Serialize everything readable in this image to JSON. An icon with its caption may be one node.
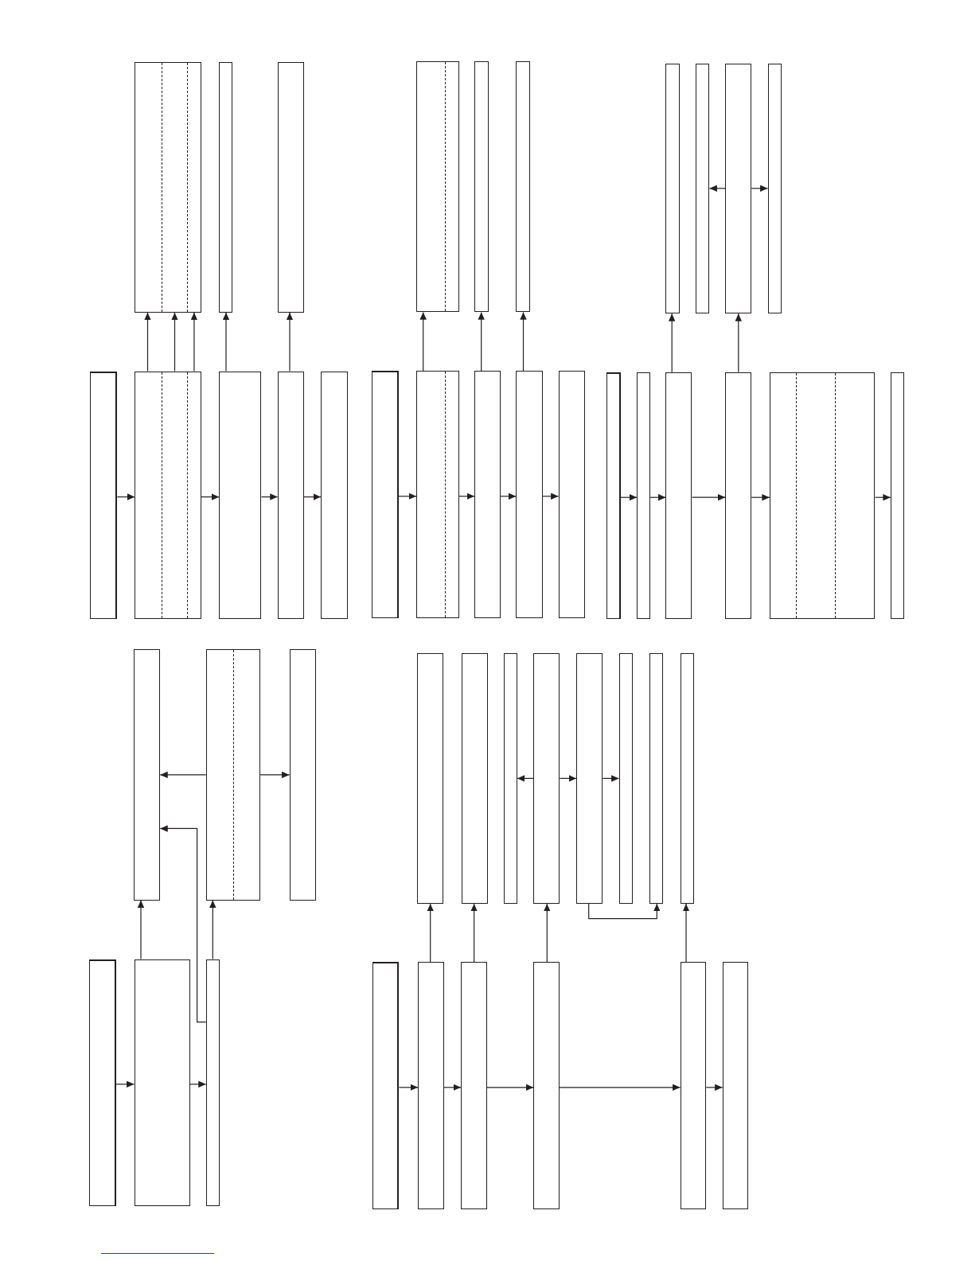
{
  "diagram": {
    "nodes": [
      {
        "text": [],
        "shape": "box"
      },
      {
        "text": [],
        "shape": "box"
      },
      {
        "text": [],
        "shape": "box"
      },
      {
        "text": [],
        "shape": "box"
      },
      {
        "text": [],
        "shape": "box"
      },
      {
        "text": [],
        "shape": "box"
      },
      {
        "text": [],
        "shape": "box"
      },
      {
        "text": [],
        "shape": "box"
      },
      {
        "text": [],
        "shape": "box"
      },
      {
        "text": [],
        "shape": "box"
      },
      {
        "text": [],
        "shape": "box"
      },
      {
        "text": [],
        "shape": "box"
      },
      {
        "text": [],
        "shape": "box"
      },
      {
        "text": [],
        "shape": "box"
      },
      {
        "text": [],
        "shape": "box"
      },
      {
        "text": [],
        "shape": "box"
      },
      {
        "text": [],
        "shape": "box"
      },
      {
        "text": [],
        "shape": "box"
      },
      {
        "text": [],
        "shape": "box"
      },
      {
        "text": [],
        "shape": "box"
      },
      {
        "text": [],
        "shape": "box"
      },
      {
        "text": [],
        "shape": "box"
      },
      {
        "text": [],
        "shape": "box"
      },
      {
        "text": [],
        "shape": "box"
      },
      {
        "text": [],
        "shape": "box"
      },
      {
        "text": [],
        "shape": "box"
      },
      {
        "text": [],
        "shape": "box"
      },
      {
        "text": [],
        "shape": "box"
      },
      {
        "text": [],
        "shape": "box"
      },
      {
        "text": [],
        "shape": "box"
      },
      {
        "text": [],
        "shape": "box"
      },
      {
        "text": [],
        "shape": "box"
      },
      {
        "text": [],
        "shape": "box"
      },
      {
        "text": [],
        "shape": "box"
      },
      {
        "text": [],
        "shape": "box"
      },
      {
        "text": [],
        "shape": "box"
      },
      {
        "text": [],
        "shape": "box"
      },
      {
        "text": [],
        "shape": "box"
      },
      {
        "text": [],
        "shape": "box"
      },
      {
        "text": [],
        "shape": "box"
      },
      {
        "text": [],
        "shape": "box"
      },
      {
        "text": [],
        "shape": "box"
      },
      {
        "text": [],
        "shape": "box"
      },
      {
        "text": [],
        "shape": "box"
      },
      {
        "text": [],
        "shape": "box"
      },
      {
        "text": [],
        "shape": "box"
      }
    ],
    "edges": [
      {
        "from": 0,
        "to": 1,
        "arrow": "to"
      },
      {
        "from": 1,
        "to": 2,
        "arrow": "to"
      },
      {
        "from": 2,
        "to": 3,
        "arrow": "to"
      },
      {
        "from": 3,
        "to": 4,
        "arrow": "to"
      },
      {
        "from": 1,
        "to": 5,
        "arrow": "to"
      },
      {
        "from": 1,
        "to": 5,
        "arrow": "to"
      },
      {
        "from": 1,
        "to": 5,
        "arrow": "to"
      },
      {
        "from": 2,
        "to": 6,
        "arrow": "to"
      },
      {
        "from": 3,
        "to": 7,
        "arrow": "to"
      },
      {
        "from": 8,
        "to": 9,
        "arrow": "to"
      },
      {
        "from": 9,
        "to": 10,
        "arrow": "to"
      },
      {
        "from": 10,
        "to": 11,
        "arrow": "to"
      },
      {
        "from": 11,
        "to": 12,
        "arrow": "to"
      },
      {
        "from": 9,
        "to": 13,
        "arrow": "to"
      },
      {
        "from": 10,
        "to": 14,
        "arrow": "to"
      },
      {
        "from": 11,
        "to": 15,
        "arrow": "to"
      },
      {
        "from": 16,
        "to": 17,
        "arrow": "to"
      },
      {
        "from": 17,
        "to": 18,
        "arrow": "to"
      },
      {
        "from": 18,
        "to": 19,
        "arrow": "to"
      },
      {
        "from": 19,
        "to": 20,
        "arrow": "to"
      },
      {
        "from": 20,
        "to": 21,
        "arrow": "to"
      },
      {
        "from": 18,
        "to": 22,
        "arrow": "to"
      },
      {
        "from": 19,
        "to": 24,
        "arrow": "to"
      },
      {
        "from": 24,
        "to": 23,
        "arrow": "to"
      },
      {
        "from": 24,
        "to": 25,
        "arrow": "to"
      },
      {
        "from": 26,
        "to": 27,
        "arrow": "to"
      },
      {
        "from": 27,
        "to": 28,
        "arrow": "to"
      },
      {
        "from": 27,
        "to": 29,
        "arrow": "to"
      },
      {
        "from": 28,
        "to": 30,
        "arrow": "to"
      },
      {
        "from": 28,
        "to": 29,
        "arrow": "to"
      },
      {
        "from": 30,
        "to": 29,
        "arrow": "to"
      },
      {
        "from": 30,
        "to": 31,
        "arrow": "to"
      },
      {
        "from": 32,
        "to": 33,
        "arrow": "to"
      },
      {
        "from": 33,
        "to": 34,
        "arrow": "to"
      },
      {
        "from": 34,
        "to": 35,
        "arrow": "to"
      },
      {
        "from": 35,
        "to": 36,
        "arrow": "to"
      },
      {
        "from": 36,
        "to": 37,
        "arrow": "to"
      },
      {
        "from": 33,
        "to": 38,
        "arrow": "to"
      },
      {
        "from": 34,
        "to": 39,
        "arrow": "to"
      },
      {
        "from": 35,
        "to": 41,
        "arrow": "to"
      },
      {
        "from": 41,
        "to": 40,
        "arrow": "to"
      },
      {
        "from": 41,
        "to": 42,
        "arrow": "to"
      },
      {
        "from": 42,
        "to": 43,
        "arrow": "to"
      },
      {
        "from": 42,
        "to": 44,
        "arrow": "to"
      },
      {
        "from": 36,
        "to": 45,
        "arrow": "to"
      }
    ]
  }
}
